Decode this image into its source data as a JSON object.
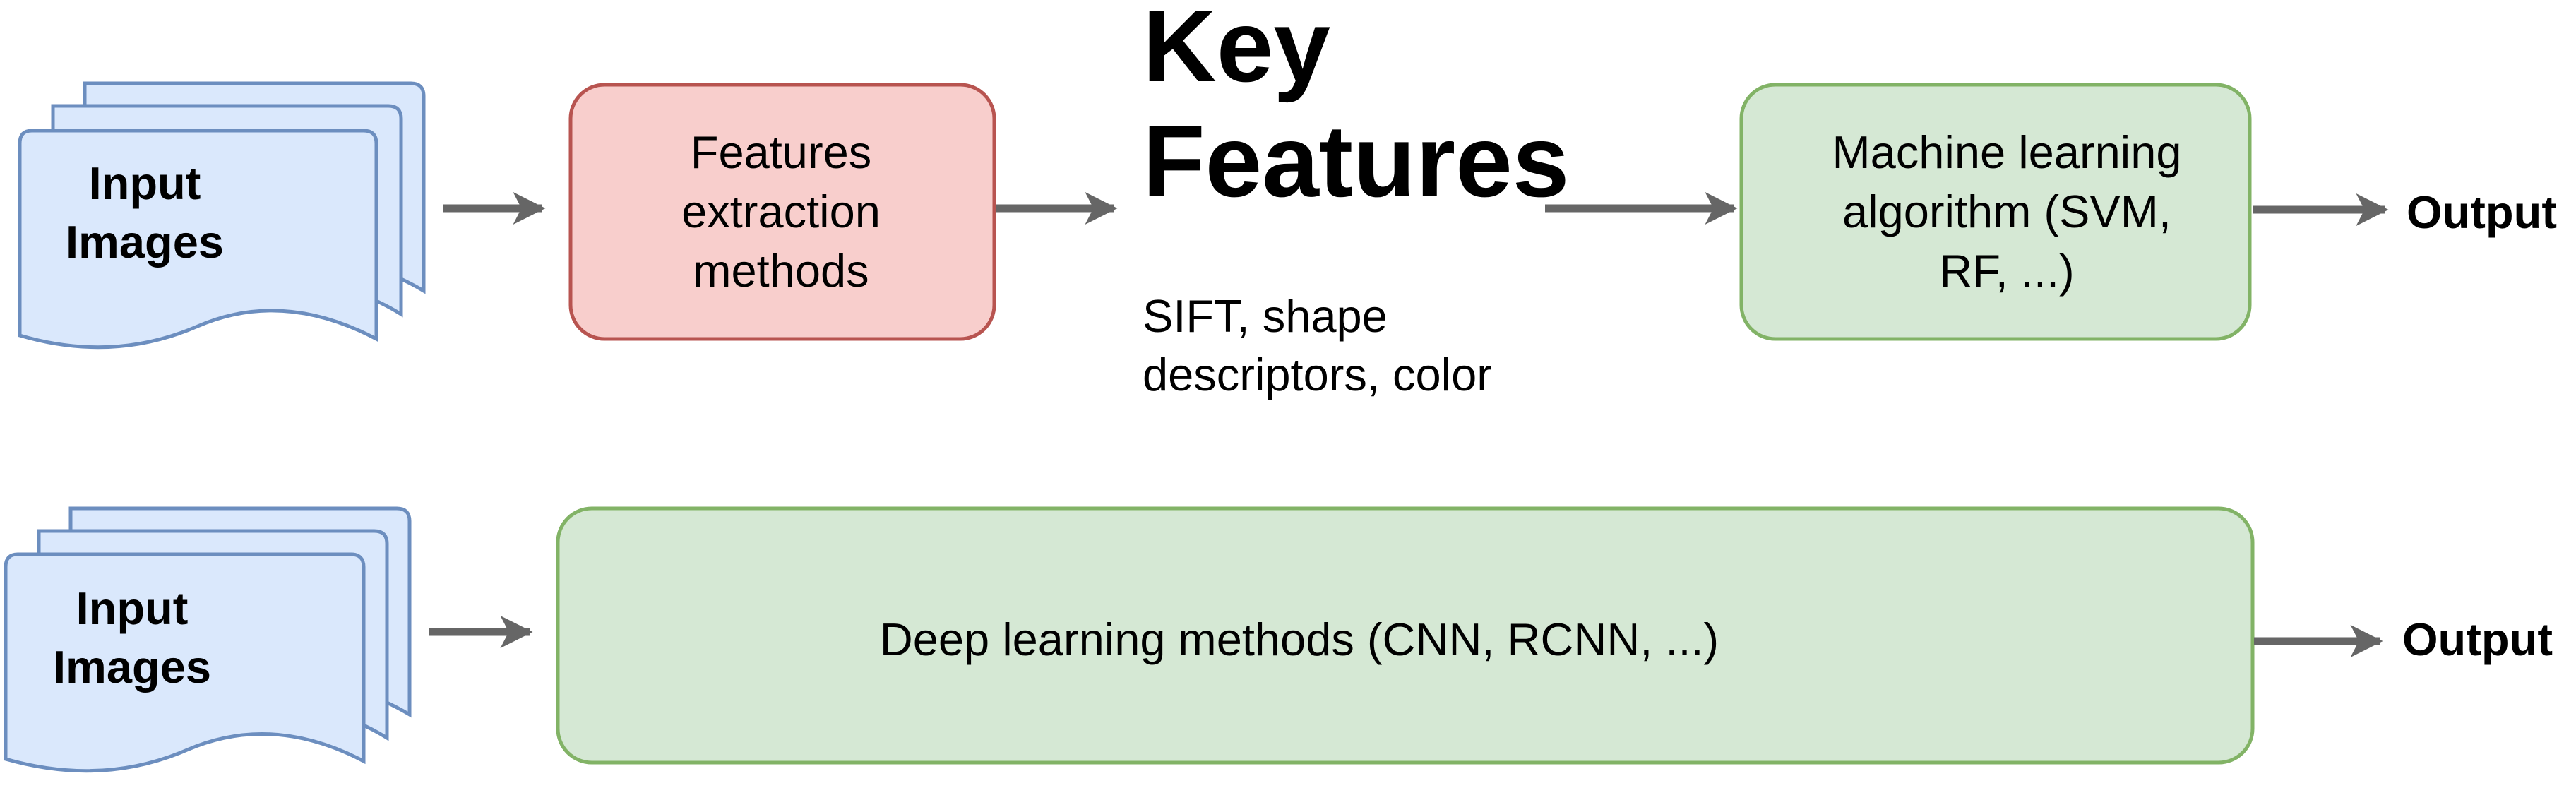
{
  "colors": {
    "doc_fill": "#dae8fc",
    "doc_stroke": "#6c8ebf",
    "red_fill": "#f8cecc",
    "red_stroke": "#b85450",
    "green_fill": "#d5e8d4",
    "green_stroke": "#82b366",
    "arrow": "#666666",
    "text": "#000000"
  },
  "top_row": {
    "input": {
      "line1": "Input",
      "line2": "Images"
    },
    "extraction": {
      "line1": "Features",
      "line2": "extraction",
      "line3": "methods"
    },
    "key_features": {
      "title_line1": "Key",
      "title_line2": "Features",
      "sub_line1": "SIFT, shape",
      "sub_line2": "descriptors, color"
    },
    "ml": {
      "line1": "Machine learning",
      "line2": "algorithm (SVM,",
      "line3": "RF, ...)"
    },
    "output": "Output"
  },
  "bottom_row": {
    "input": {
      "line1": "Input",
      "line2": "Images"
    },
    "deep": "Deep learning methods (CNN, RCNN, ...)",
    "output": "Output"
  }
}
